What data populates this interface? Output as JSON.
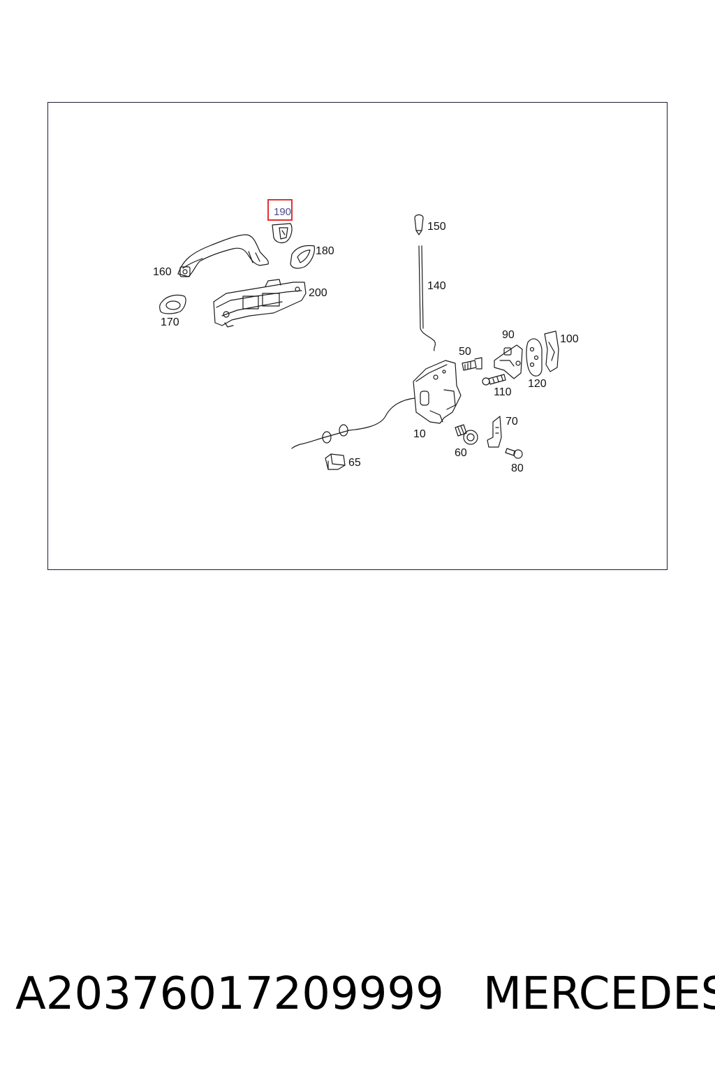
{
  "callouts": {
    "c10": "10",
    "c50": "50",
    "c60": "60",
    "c65": "65",
    "c70": "70",
    "c80": "80",
    "c90": "90",
    "c100": "100",
    "c110": "110",
    "c120": "120",
    "c140": "140",
    "c150": "150",
    "c160": "160",
    "c170": "170",
    "c180": "180",
    "c190": "190",
    "c200": "200"
  },
  "highlighted_callout": "190",
  "footer": {
    "part_number": "A20376017209999",
    "brand": "MERCEDES"
  },
  "colors": {
    "highlight_box": "#e23030",
    "frame": "#1b1b3a",
    "line_art": "#1a1a1a"
  }
}
